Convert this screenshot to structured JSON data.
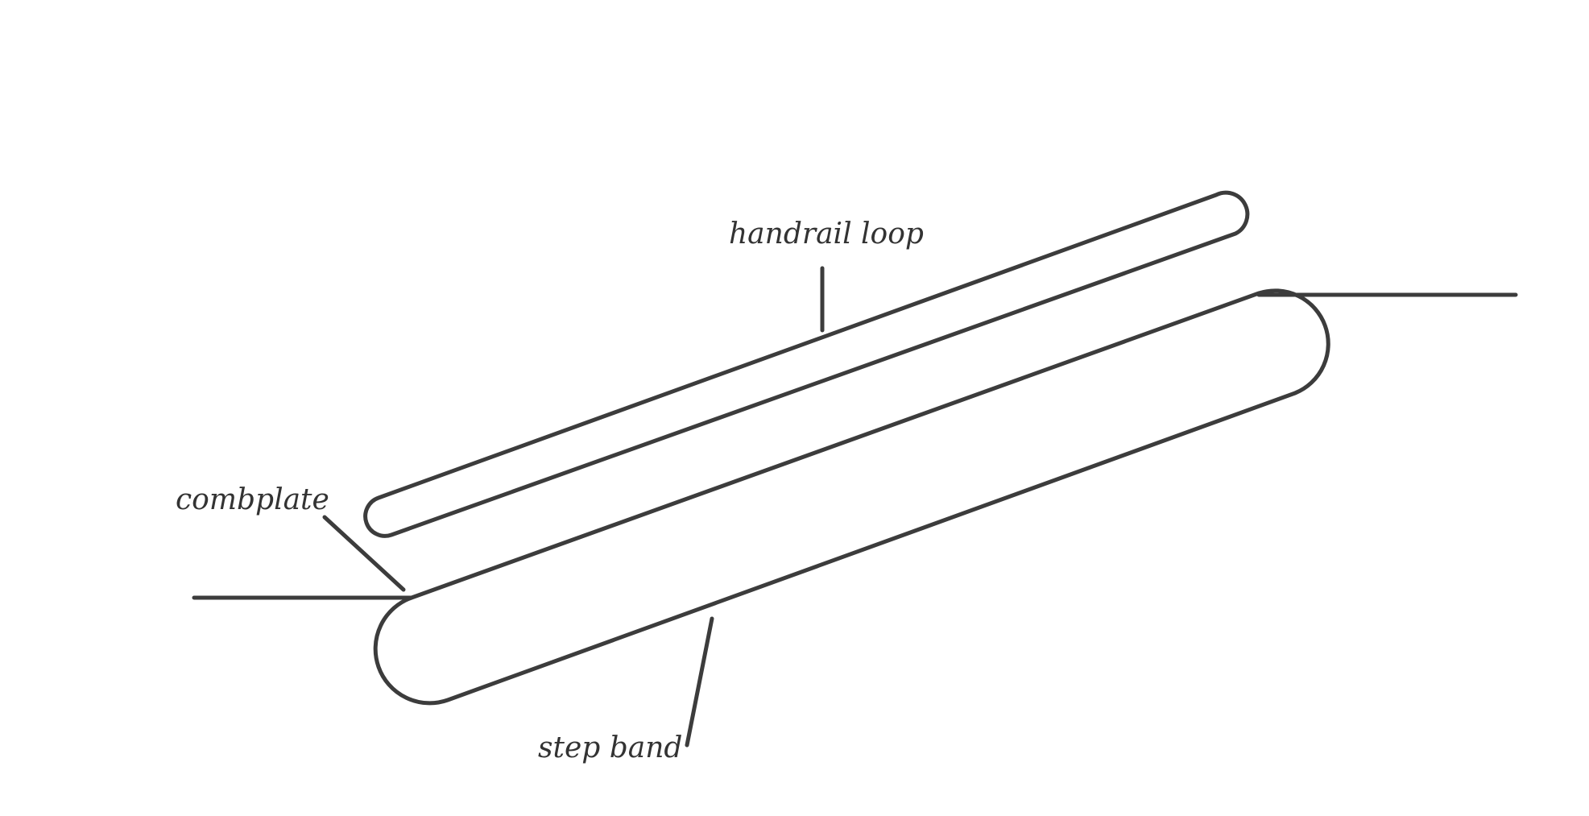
{
  "labels": {
    "handrail": "handrail loop",
    "combplate": "combplate",
    "step_band": "step band"
  }
}
